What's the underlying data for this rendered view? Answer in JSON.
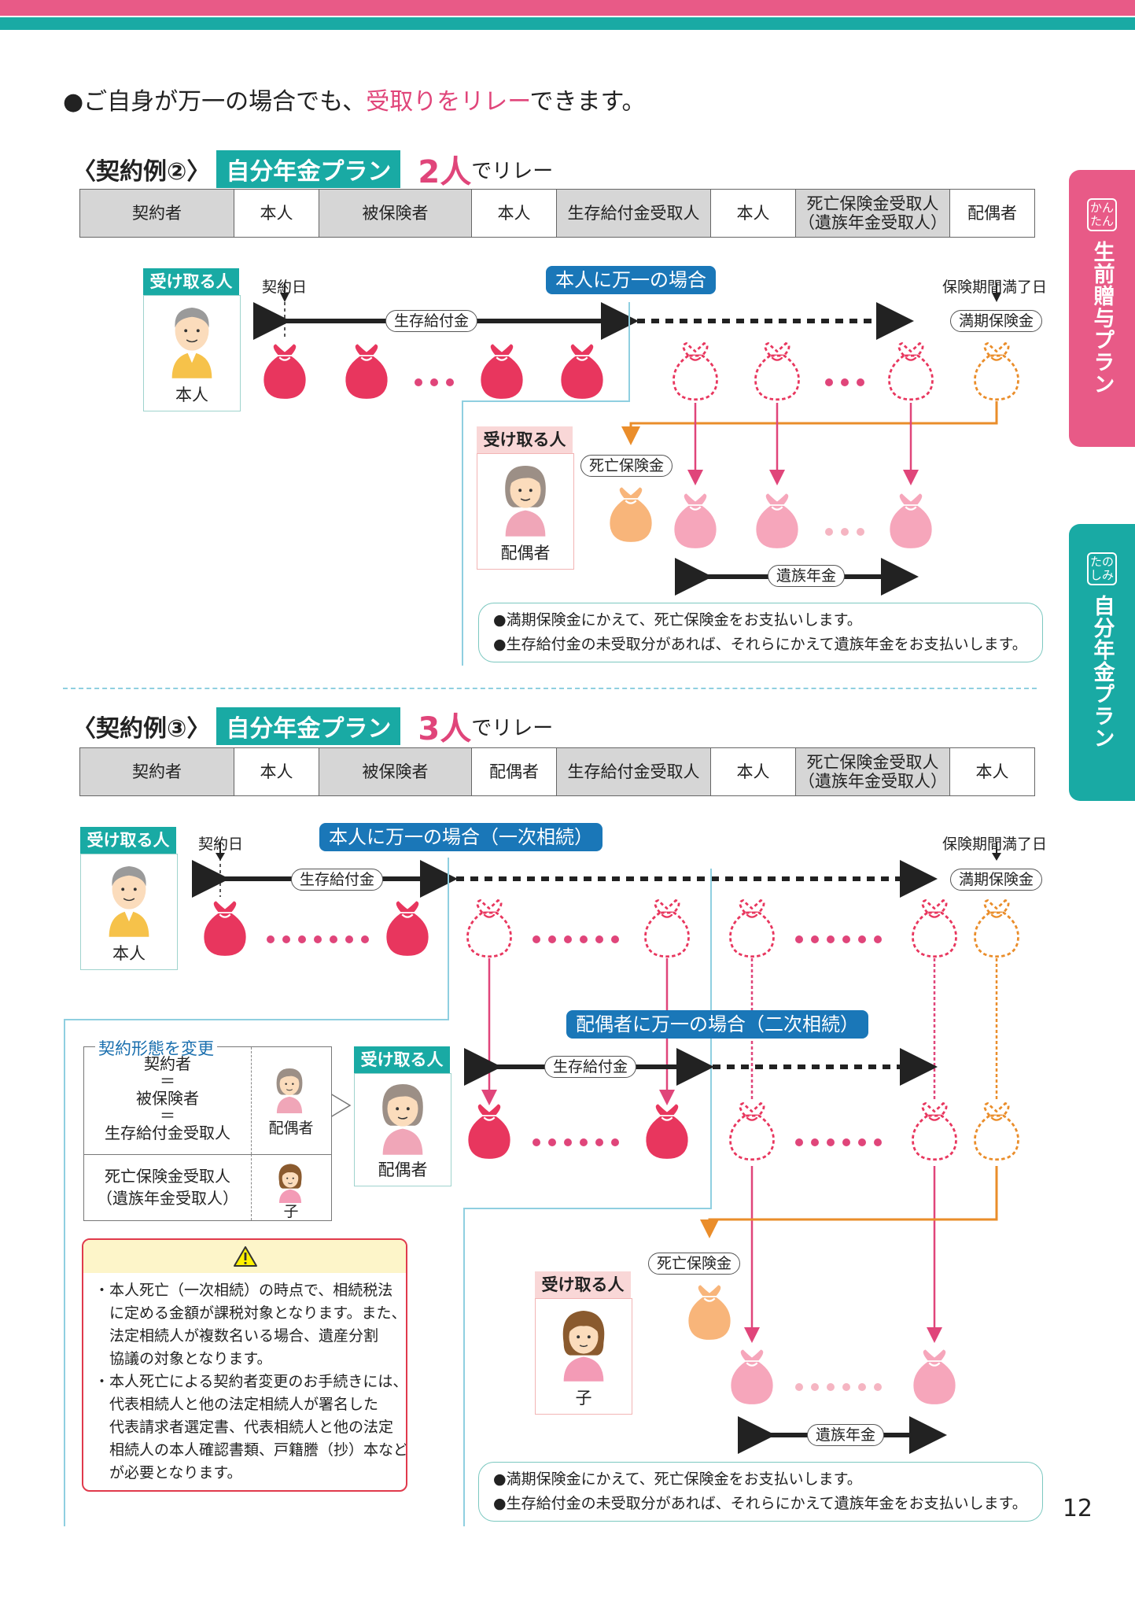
{
  "intro": {
    "prefix": "●ご自身が万一の場合でも、",
    "highlight": "受取りをリレー",
    "suffix": "できます。"
  },
  "side_tabs": [
    {
      "badge": "かんたん",
      "label": "生前贈与プラン",
      "color": "#e85a87"
    },
    {
      "badge": "たのしみ",
      "label": "自分年金プラン",
      "color": "#19aaa4"
    }
  ],
  "ex2": {
    "title": "〈契約例②〉",
    "plan": "自分年金プラン",
    "count": "2人",
    "relay": "でリレー",
    "table": [
      {
        "key": "契約者",
        "value": "本人"
      },
      {
        "key": "被保険者",
        "value": "本人"
      },
      {
        "key": "生存給付金受取人",
        "value": "本人"
      },
      {
        "key": "死亡保険金受取人\n（遺族年金受取人）",
        "value": "配偶者"
      }
    ],
    "receiver_label": "受け取る人",
    "person1": "本人",
    "contract_day": "契約日",
    "maturity_day": "保険期間満了日",
    "event": "本人に万一の場合",
    "survival_benefit": "生存給付金",
    "maturity_benefit": "満期保険金",
    "person2": "配偶者",
    "death_benefit": "死亡保険金",
    "survivor_pension": "遺族年金",
    "notes": [
      "●満期保険金にかえて、死亡保険金をお支払いします。",
      "●生存給付金の未受取分があれば、それらにかえて遺族年金をお支払いします。"
    ]
  },
  "ex3": {
    "title": "〈契約例③〉",
    "plan": "自分年金プラン",
    "count": "3人",
    "relay": "でリレー",
    "table": [
      {
        "key": "契約者",
        "value": "本人"
      },
      {
        "key": "被保険者",
        "value": "配偶者"
      },
      {
        "key": "生存給付金受取人",
        "value": "本人"
      },
      {
        "key": "死亡保険金受取人\n（遺族年金受取人）",
        "value": "本人"
      }
    ],
    "receiver_label": "受け取る人",
    "person1": "本人",
    "contract_day": "契約日",
    "maturity_day": "保険期間満了日",
    "event1": "本人に万一の場合（一次相続）",
    "event2": "配偶者に万一の場合（二次相続）",
    "survival_benefit": "生存給付金",
    "survival_benefit2": "生存給付金",
    "maturity_benefit": "満期保険金",
    "change_title": "契約形態を変更",
    "change_roles": "契約者\n＝\n被保険者\n＝\n生存給付金受取人",
    "change_person1": "配偶者",
    "change_roles2": "死亡保険金受取人\n（遺族年金受取人）",
    "change_person2": "子",
    "person2": "配偶者",
    "person3": "子",
    "death_benefit": "死亡保険金",
    "survivor_pension": "遺族年金",
    "warnings": [
      "・本人死亡（一次相続）の時点で、相続税法\n　に定める金額が課税対象となります。また、\n　法定相続人が複数名いる場合、遺産分割\n　協議の対象となります。",
      "・本人死亡による契約者変更のお手続きには、\n　代表相続人と他の法定相続人が署名した\n　代表請求者選定書、代表相続人と他の法定\n　相続人の本人確認書類、戸籍謄（抄）本など\n　が必要となります。"
    ],
    "notes": [
      "●満期保険金にかえて、死亡保険金をお支払いします。",
      "●生存給付金の未受取分があれば、それらにかえて遺族年金をお支払いします。"
    ]
  },
  "page_number": "12"
}
